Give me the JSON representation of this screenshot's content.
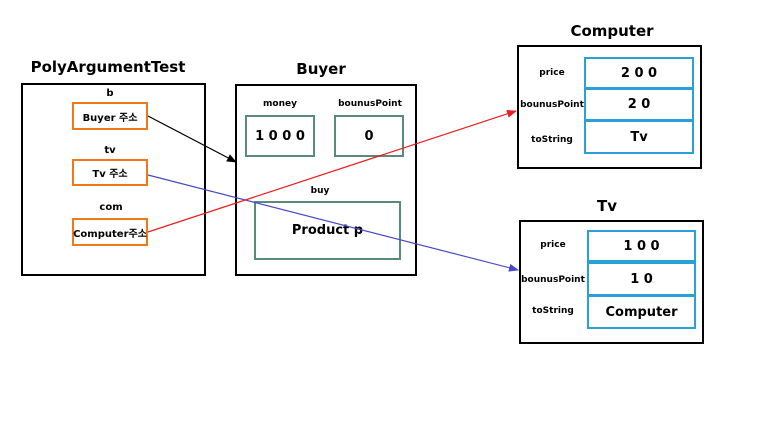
{
  "poly": {
    "title": "PolyArgumentTest",
    "b_label": "b",
    "b_ref": "Buyer 주소",
    "tv_label": "tv",
    "tv_ref": "Tv 주소",
    "com_label": "com",
    "com_ref": "Computer주소"
  },
  "buyer": {
    "title": "Buyer",
    "money_label": "money",
    "money_value": "1 0 0 0",
    "point_label": "bounusPoint",
    "point_value": "0",
    "buy_label": "buy",
    "buy_param": "Product p"
  },
  "computer": {
    "title": "Computer",
    "rows": [
      {
        "label": "price",
        "value": "2 0 0"
      },
      {
        "label": "bounusPoint",
        "value": "2 0"
      },
      {
        "label": "toString",
        "value": "Tv"
      }
    ]
  },
  "tv": {
    "title": "Tv",
    "rows": [
      {
        "label": "price",
        "value": "1 0 0"
      },
      {
        "label": "bounusPoint",
        "value": "1 0"
      },
      {
        "label": "toString",
        "value": "Computer"
      }
    ]
  },
  "colors": {
    "ref_border": "#f07818",
    "field_border": "#5a8a7a",
    "cell_border": "#2aa0d8",
    "arrow_buyer": "#000000",
    "arrow_tv": "#4848c8",
    "arrow_computer": "#e82020"
  }
}
